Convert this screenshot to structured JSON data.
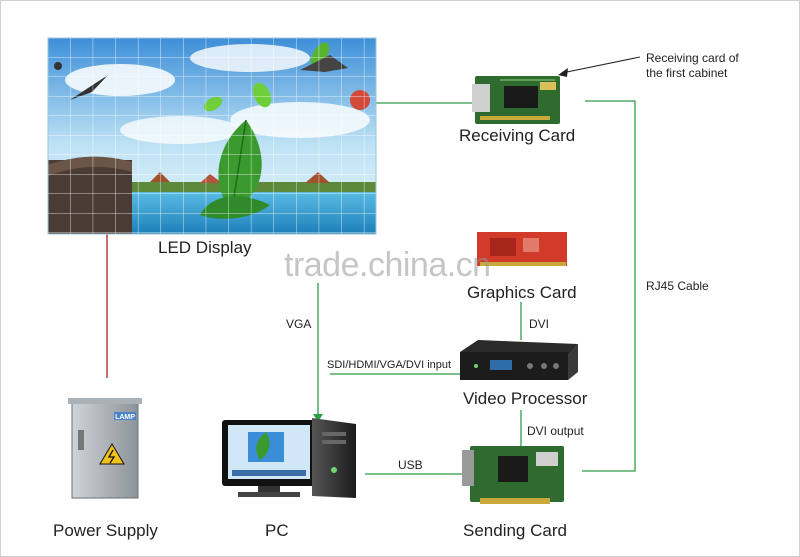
{
  "labels": {
    "led_display": "LED Display",
    "receiving_card": "Receiving Card",
    "callout": "Receiving card of the first cabinet",
    "graphics_card": "Graphics Card",
    "rj45": "RJ45 Cable",
    "video_processor": "Video Processor",
    "pc": "PC",
    "sending_card": "Sending Card",
    "power_supply": "Power Supply",
    "lamp": "LAMP"
  },
  "connections": {
    "vga": "VGA",
    "dvi": "DVI",
    "input": "SDI/HDMI/VGA/DVI input",
    "dvi_output": "DVI output",
    "usb": "USB"
  },
  "watermark": "trade.china.cn",
  "colors": {
    "cable_green": "#2e9e4a",
    "power_red": "#b02020",
    "pcb_green": "#2f6b2f",
    "graphics_red": "#d23a2a"
  }
}
